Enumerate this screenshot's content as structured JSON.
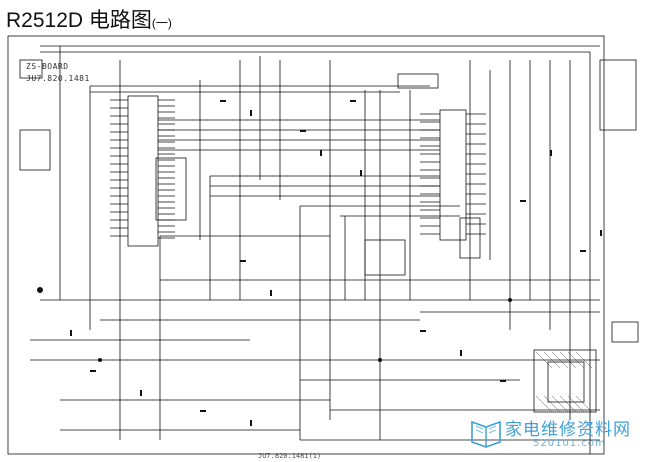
{
  "title": {
    "main": "R2512D 电路图",
    "suffix": "(一)"
  },
  "board": {
    "name": "ZS-BOARD",
    "code": "JU7.820.1481"
  },
  "watermark": {
    "text": "家电维修资料网",
    "url": "520101.com",
    "icon": "book-logo-icon"
  },
  "bottom_code": "JU7.820.1481(1)",
  "colors": {
    "line": "#111111",
    "background": "#ffffff",
    "watermark": "#3fa0d6"
  }
}
